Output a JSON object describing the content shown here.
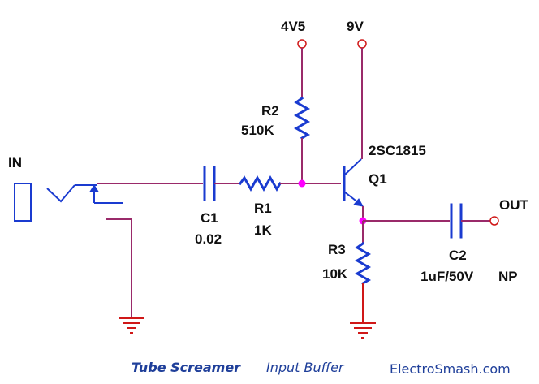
{
  "title": "Tube Screamer",
  "subtitle": "Input Buffer",
  "brand": "ElectroSmash.com",
  "colors": {
    "wire": "#d01818",
    "wire_alt": "#9a2a6a",
    "component": "#1a3bd0",
    "node": "#ff00ff",
    "caption": "#1f3f9a"
  },
  "labels": {
    "in": "IN",
    "out": "OUT",
    "supply_bias": "4V5",
    "supply_main": "9V",
    "c1_name": "C1",
    "c1_value": "0.02",
    "r1_name": "R1",
    "r1_value": "1K",
    "r2_name": "R2",
    "r2_value": "510K",
    "r3_name": "R3",
    "r3_value": "10K",
    "c2_name": "C2",
    "c2_value": "1uF/50V",
    "c2_note": "NP",
    "q1_part": "2SC1815",
    "q1_name": "Q1"
  }
}
